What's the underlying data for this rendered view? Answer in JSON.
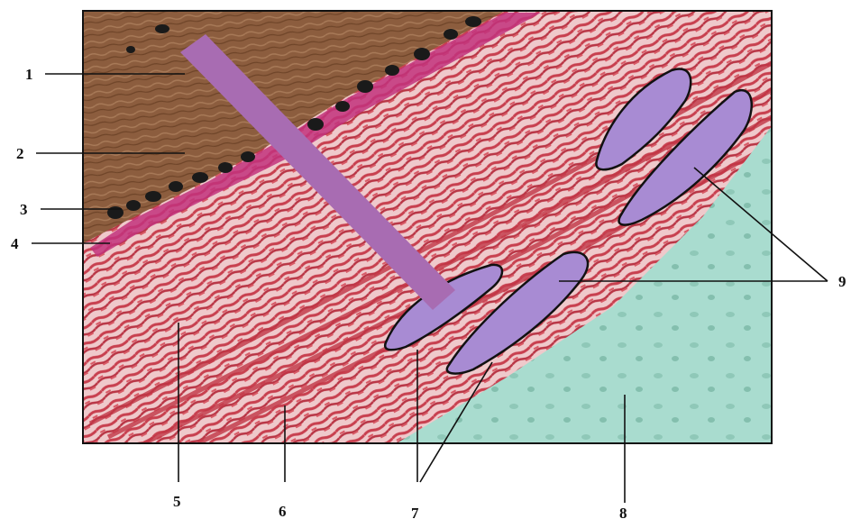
{
  "labels": {
    "l1": "1",
    "l2": "2",
    "l3": "3",
    "l4": "4",
    "l5": "5",
    "l6": "6",
    "l7": "7",
    "l8": "8",
    "l9": "9"
  },
  "colors": {
    "brown_layer": "#8a5a3c",
    "dark_nuclei": "#1a1a1a",
    "magenta_band": "#c0307a",
    "pink_tissue": "#e7b3b8",
    "red_fibers": "#c8404f",
    "purple_bodies": "#a58ad2",
    "green_area": "#a8ddd0",
    "pointer_bar": "#a66bb0"
  }
}
